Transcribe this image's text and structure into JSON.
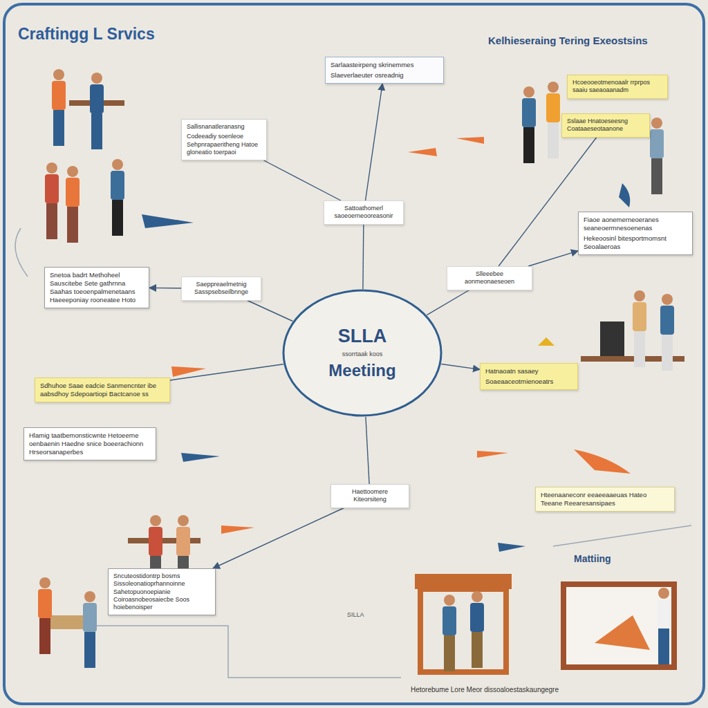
{
  "diagram": {
    "title": "Craftingg L Srvics",
    "nodes": [
      {
        "text": [
          "SLLA",
          "ssorrtaak koos",
          "Meetiing"
        ]
      },
      {
        "text": [
          "Sarlaasteirpeng skrinemmes",
          "Slaeverlaeuter osreadnig"
        ]
      },
      {
        "text": [
          "Sallisnanatleranasng",
          "Codeeadiy soenleoe Sehpnrapaeritheng Hatoe gloneatio toerpaoi"
        ]
      },
      {
        "text": [
          "Snetoa badrt Methoheel Sauscitebe Sete gathrnna Saahas toeoenpalmenetaans Haeeeponiay rooneatee Hoto"
        ]
      },
      {
        "text": [
          "Sdhuhoe Saae eadcie Sanmencnter ibe aabsdhoy Sdepoartiopi Bactcanoe ss"
        ]
      },
      {
        "text": [
          "Hlamig taatbemonsticwnte Hetoeerne oenbaenin Haedne snice boeerachionn Hrseorsanaperbes"
        ]
      },
      {
        "text": [
          "Sncuteostidontrp bosms Sissoleonatioprhannoinne Sahetopuonoepianie Coiroasnobeosaiecbe Soos hoiebenoisper"
        ]
      },
      {
        "text": [
          "Haettoomere Kiteorsiteng"
        ]
      },
      {
        "text": [
          "Hatnaoatn sasaey",
          "Soaeaaceotrnienoeatrs"
        ]
      },
      {
        "text": [
          "Fiaoe aonemerneoeranes seaneoermnesoenenas",
          "Hekeoosinl bitesportmomsnt Seoalaeroas"
        ]
      },
      {
        "text": [
          "Hcoeooeotmenoaalr rrprpos saaiu saeaoaanadm"
        ]
      },
      {
        "text": [
          "Sslaae Hnatoeseesng Coataaeseotaanone"
        ]
      },
      {
        "text": [
          "Hteenaaneconr eeaeeaaeuas Hateo Teeane Reearesansipaes"
        ]
      },
      {
        "text": [
          "Sattoathomerl saoeoerneooreasonir"
        ]
      },
      {
        "text": [
          "Saeppreaelmetnig Sasspsebseilbnnge"
        ]
      },
      {
        "text": [
          "Slleeebee aonmeonaeseoen"
        ]
      }
    ],
    "edges": [
      {
        "from": 0,
        "to": 13,
        "arrow": "none"
      },
      {
        "from": 13,
        "to": 1,
        "arrow": "to"
      },
      {
        "from": 13,
        "to": 2,
        "arrow": "none"
      },
      {
        "from": 0,
        "to": 14,
        "arrow": "none"
      },
      {
        "from": 14,
        "to": 3,
        "arrow": "to"
      },
      {
        "from": 0,
        "to": 15,
        "arrow": "none"
      },
      {
        "from": 15,
        "to": 9,
        "arrow": "to"
      },
      {
        "from": 0,
        "to": 8,
        "arrow": "to"
      },
      {
        "from": 0,
        "to": 7,
        "arrow": "none"
      },
      {
        "from": 7,
        "to": 6,
        "arrow": "to"
      },
      {
        "from": 0,
        "to": 4,
        "arrow": "none"
      },
      {
        "from": 15,
        "to": 11,
        "arrow": "none"
      }
    ],
    "labels": [
      "Kelhieseraing Tering Exeostsins",
      "Mattiing",
      "Hetorebume Lore Meor dissoaloestaskaungegre",
      "SILLA"
    ]
  }
}
